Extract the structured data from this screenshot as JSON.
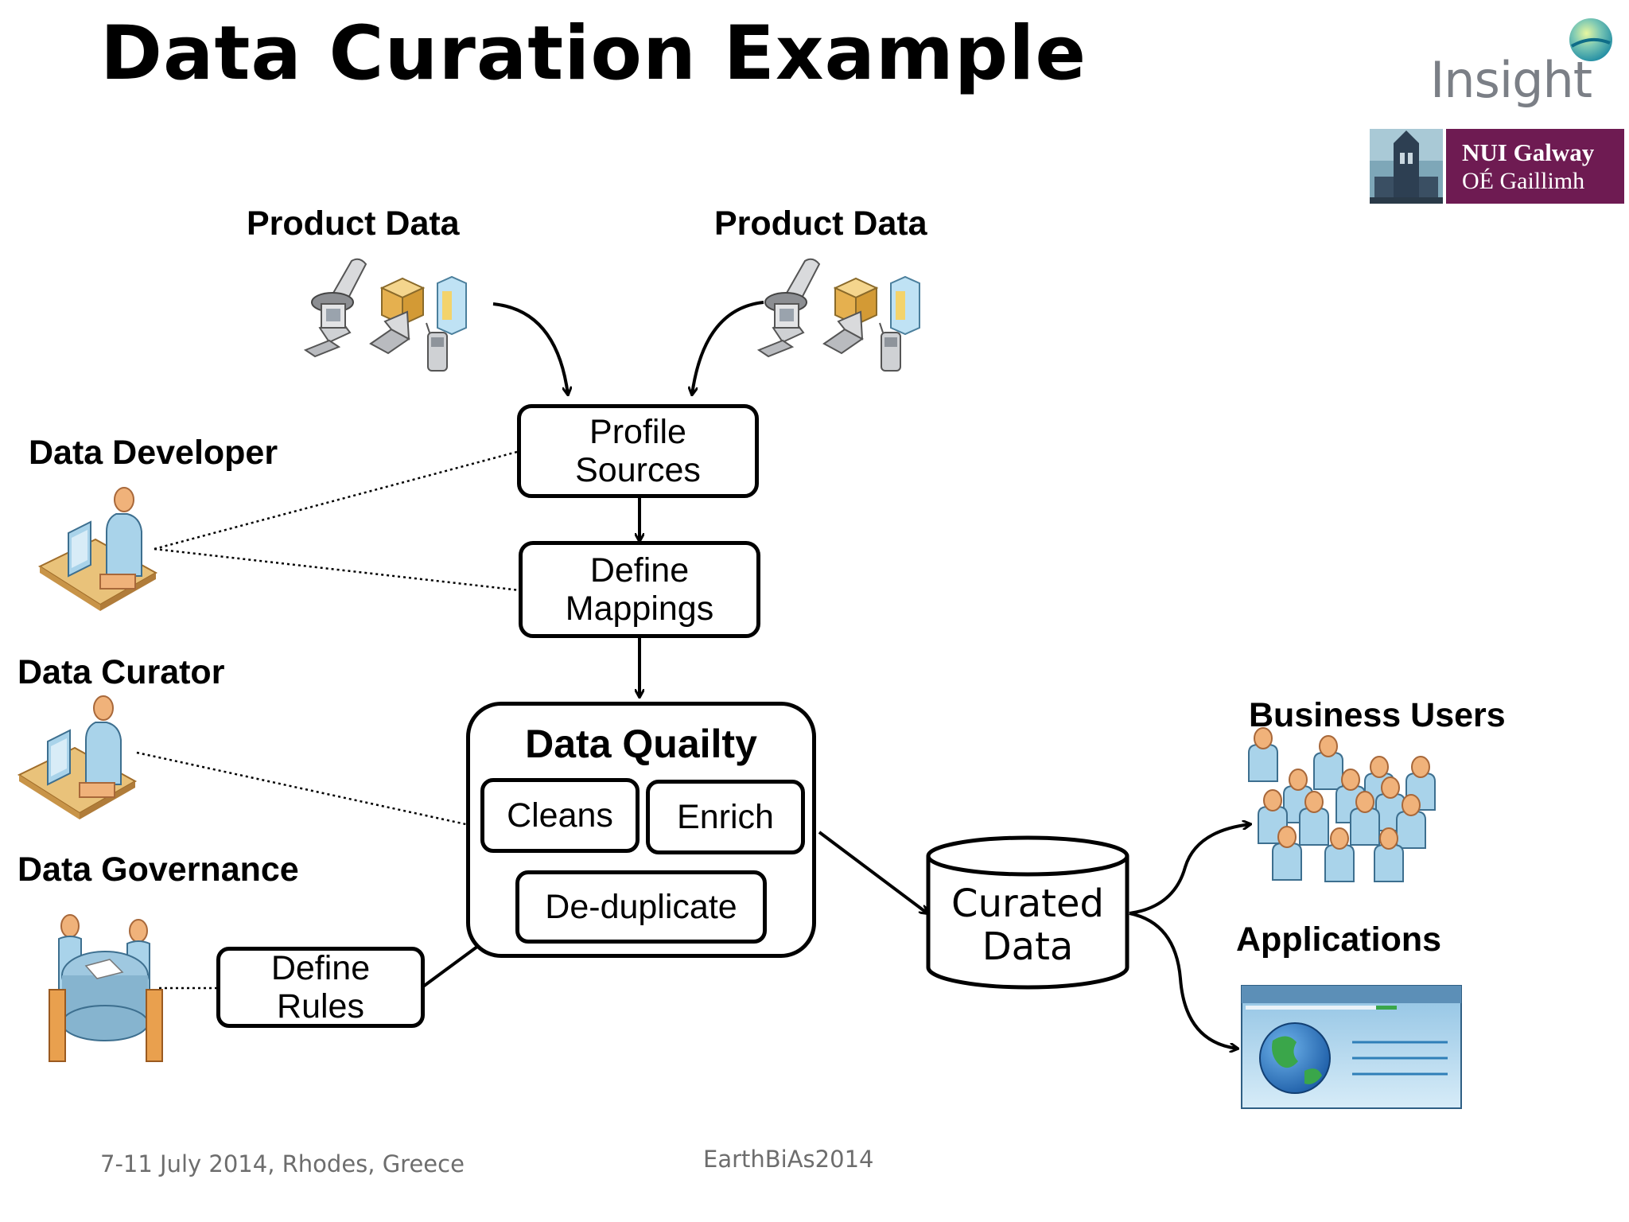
{
  "title": "Data Curation Example",
  "logos": {
    "insight": "Insight",
    "nui_line1": "NUI Galway",
    "nui_line2": "OÉ Gaillimh"
  },
  "sources": {
    "left_label": "Product Data",
    "right_label": "Product Data"
  },
  "roles": {
    "developer": "Data Developer",
    "curator": "Data Curator",
    "governance": "Data Governance"
  },
  "steps": {
    "profile": [
      "Profile",
      "Sources"
    ],
    "mappings": [
      "Define",
      "Mappings"
    ],
    "rules": [
      "Define",
      "Rules"
    ]
  },
  "quality": {
    "title": "Data Quailty",
    "cleans": "Cleans",
    "enrich": "Enrich",
    "dedup": "De-duplicate"
  },
  "store": [
    "Curated",
    "Data"
  ],
  "consumers": {
    "business": "Business Users",
    "applications": "Applications"
  },
  "footer": {
    "left": "7-11 July 2014, Rhodes, Greece",
    "center": "EarthBiAs2014"
  },
  "colors": {
    "nui_purple": "#6e1b52",
    "person_orange": "#f0b27a",
    "person_blue": "#a9d3ea",
    "desk_tan": "#e9c27a",
    "globe_blue": "#1f5fa8",
    "globe_green": "#3aa64a"
  }
}
